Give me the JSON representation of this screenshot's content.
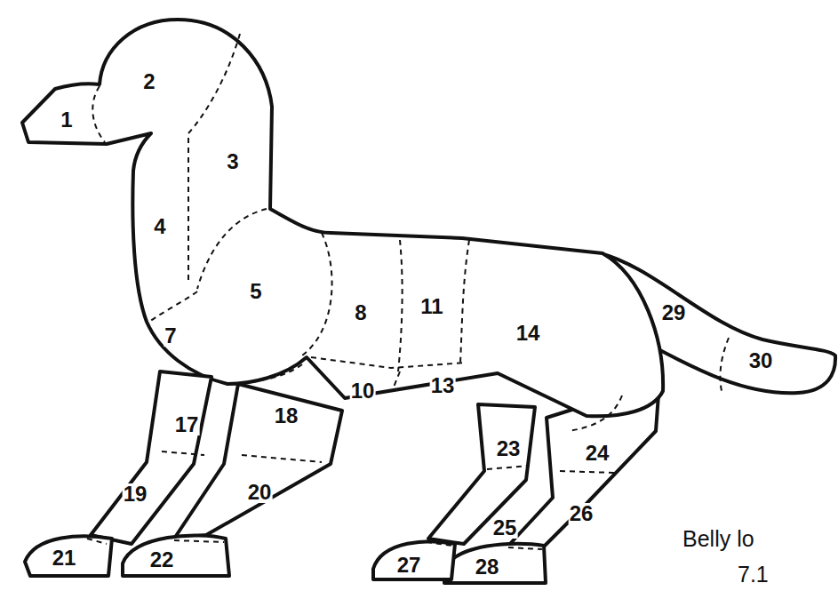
{
  "diagram": {
    "labels": [
      "1",
      "2",
      "3",
      "4",
      "5",
      "7",
      "8",
      "11",
      "10",
      "13",
      "14",
      "29",
      "30",
      "17",
      "18",
      "19",
      "20",
      "21",
      "22",
      "23",
      "24",
      "25",
      "26",
      "27",
      "28",
      "Belly lo",
      "7.1"
    ]
  }
}
